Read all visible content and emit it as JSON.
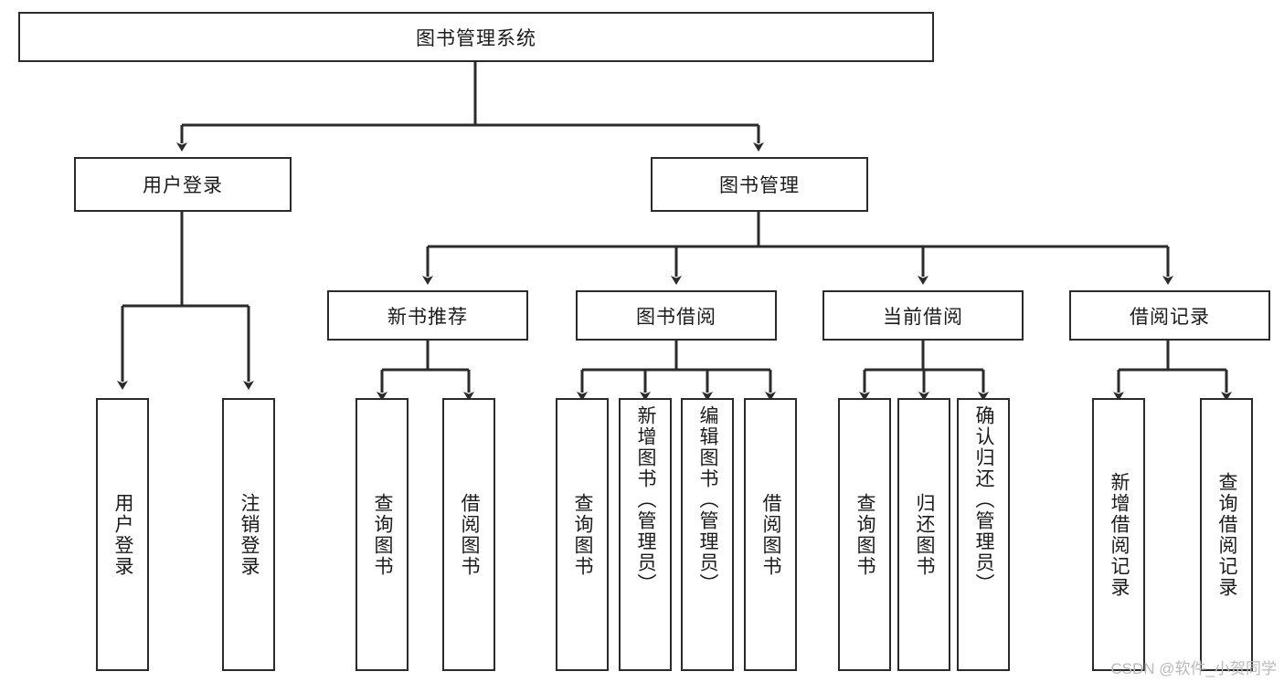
{
  "diagram": {
    "title": "图书管理系统",
    "root": {
      "label": "图书管理系统",
      "orientation": "horizontal"
    },
    "level2": [
      {
        "label": "用户登录",
        "orientation": "horizontal"
      },
      {
        "label": "图书管理",
        "orientation": "horizontal"
      }
    ],
    "level3": [
      {
        "label": "新书推荐",
        "orientation": "horizontal"
      },
      {
        "label": "图书借阅",
        "orientation": "horizontal"
      },
      {
        "label": "当前借阅",
        "orientation": "horizontal"
      },
      {
        "label": "借阅记录",
        "orientation": "horizontal"
      }
    ],
    "leaves": {
      "user_login": [
        {
          "label": "用户登录",
          "orientation": "vertical"
        },
        {
          "label": "注销登录",
          "orientation": "vertical"
        }
      ],
      "new_book_recommend": [
        {
          "label": "查询图书",
          "orientation": "vertical"
        },
        {
          "label": "借阅图书",
          "orientation": "vertical"
        }
      ],
      "book_borrow": [
        {
          "label": "查询图书",
          "orientation": "vertical"
        },
        {
          "label": "新增图书（管理员）",
          "orientation": "vertical"
        },
        {
          "label": "编辑图书（管理员）",
          "orientation": "vertical"
        },
        {
          "label": "借阅图书",
          "orientation": "vertical"
        }
      ],
      "current_borrow": [
        {
          "label": "查询图书",
          "orientation": "vertical"
        },
        {
          "label": "归还图书",
          "orientation": "vertical"
        },
        {
          "label": "确认归还（管理员）",
          "orientation": "vertical"
        }
      ],
      "borrow_record": [
        {
          "label": "新增借阅记录",
          "orientation": "vertical"
        },
        {
          "label": "查询借阅记录",
          "orientation": "vertical"
        }
      ]
    },
    "watermark": "CSDN @软件_小贺同学",
    "colors": {
      "stroke": "#2b2b2b",
      "text": "#1b1b1b",
      "background": "#ffffff",
      "watermark": "#b9b9b9"
    }
  }
}
